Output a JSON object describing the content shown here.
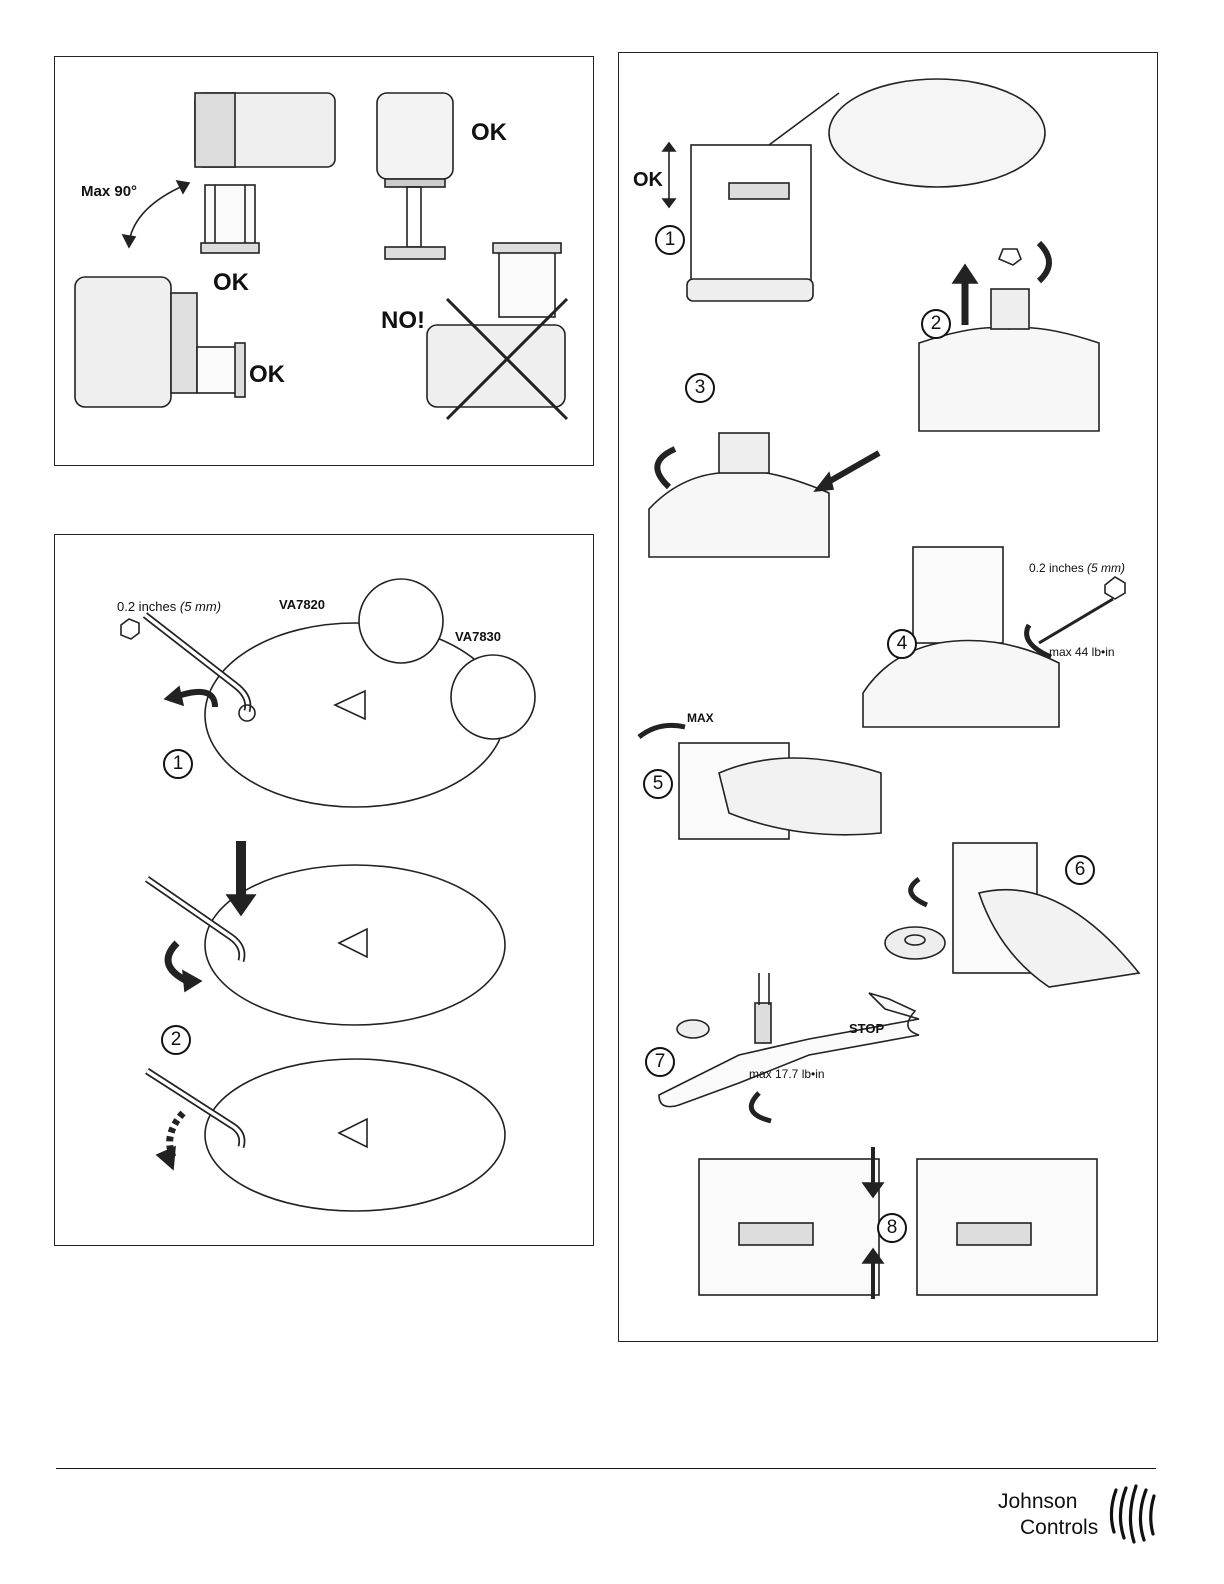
{
  "mounting_panel": {
    "max_angle": "Max 90°",
    "ok_labels": [
      "OK",
      "OK",
      "OK"
    ],
    "no_label": "NO!"
  },
  "manual_panel": {
    "hex_size_prefix": "0.2 inches ",
    "hex_size_metric": "(5 mm)",
    "model_a": "VA7820",
    "model_b": "VA7830",
    "steps": [
      "1",
      "2"
    ]
  },
  "install_panel": {
    "ok_label": "OK",
    "hex_size_prefix": "0.2 inches ",
    "hex_size_metric": "(5 mm)",
    "torque_1": "max 44 lb•in",
    "max_label": "MAX",
    "stop_label": "STOP",
    "torque_2": "max 17.7 lb•in",
    "steps": [
      "1",
      "2",
      "3",
      "4",
      "5",
      "6",
      "7",
      "8"
    ]
  },
  "footer": {
    "brand_line1": "Johnson",
    "brand_line2": "Controls"
  }
}
